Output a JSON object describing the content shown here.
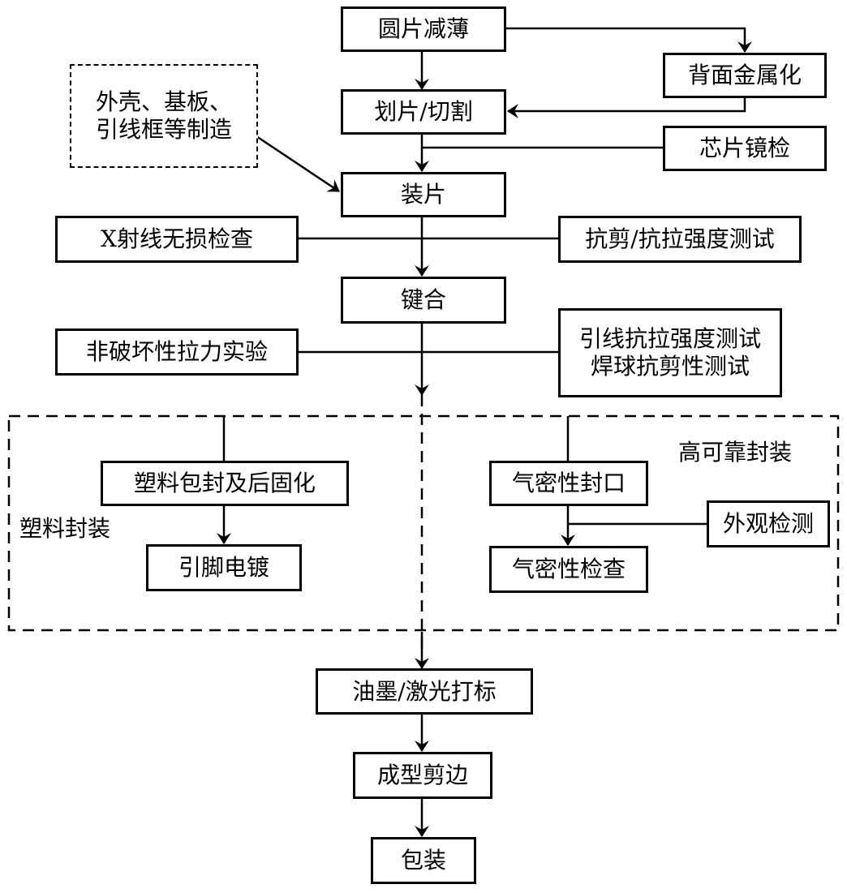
{
  "title": "半导体封装工艺流程",
  "nodes": {
    "wafer_thinning": "圆片减薄",
    "backside_metallization": "背面金属化",
    "dicing": "划片/切割",
    "chip_inspection": "芯片镜检",
    "shell_fabrication": [
      "外壳、基板、",
      "引线框等制造"
    ],
    "die_attach": "装片",
    "xray_inspection": "X射线无损检查",
    "shear_pull_test": "抗剪/抗拉强度测试",
    "bonding": "键合",
    "nondestructive_pull": "非破坏性拉力实验",
    "wire_ball_test": [
      "引线抗拉强度测试",
      "焊球抗剪性测试"
    ],
    "plastic_molding": "塑料包封及后固化",
    "lead_plating": "引脚电镀",
    "hermetic_sealing": "气密性封口",
    "visual_inspection": "外观检测",
    "hermetic_check": "气密性检查",
    "marking": "油墨/激光打标",
    "trim_form": "成型剪边",
    "packing": "包装"
  },
  "groups": {
    "plastic_package": "塑料封装",
    "high_reliability_package": "高可靠封装"
  },
  "edges": [
    {
      "from": "wafer_thinning",
      "to": "dicing"
    },
    {
      "from": "wafer_thinning",
      "to": "backside_metallization"
    },
    {
      "from": "backside_metallization",
      "to": "dicing"
    },
    {
      "from": "dicing",
      "to": "die_attach"
    },
    {
      "from": "chip_inspection",
      "to": "dicing-die_attach line"
    },
    {
      "from": "shell_fabrication",
      "to": "die_attach"
    },
    {
      "from": "die_attach",
      "to": "bonding"
    },
    {
      "from": "xray_inspection",
      "to": "die_attach-bonding line"
    },
    {
      "from": "shear_pull_test",
      "to": "die_attach-bonding line"
    },
    {
      "from": "bonding",
      "to": "package_split"
    },
    {
      "from": "nondestructive_pull",
      "to": "bonding-split line"
    },
    {
      "from": "wire_ball_test",
      "to": "bonding-split line"
    },
    {
      "from": "plastic_molding",
      "to": "lead_plating"
    },
    {
      "from": "hermetic_sealing",
      "to": "hermetic_check"
    },
    {
      "from": "visual_inspection",
      "to": "sealing-check line"
    },
    {
      "from": "package_split",
      "to": "marking"
    },
    {
      "from": "marking",
      "to": "trim_form"
    },
    {
      "from": "trim_form",
      "to": "packing"
    }
  ]
}
